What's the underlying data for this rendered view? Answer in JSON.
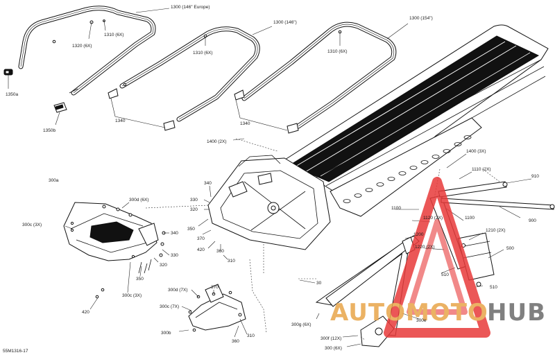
{
  "diagram_code": "55M1316-17",
  "watermark": {
    "part1": "AUTOMOTO",
    "part2": "HUB",
    "color1": "#e8a54a",
    "color2": "#6b6b6b",
    "triangle_color": "#e83a3a"
  },
  "labels": {
    "l_1300_146e": "1300 (146\" Europe)",
    "l_1310_6x_a": "1310 (6X)",
    "l_1320_6x": "1320 (6X)",
    "l_1350a": "1350a",
    "l_1350b": "1350b",
    "l_1300_146": "1300 (146\")",
    "l_1310_6x_b": "1310 (6X)",
    "l_1340_a": "1340",
    "l_1300_154": "1300 (154\")",
    "l_1310_6x_c": "1310 (6X)",
    "l_1340_b": "1340",
    "l_1400_2x": "1400 (2X)",
    "l_1400_3x": "1400 (3X)",
    "l_1110_2x": "1110 (2X)",
    "l_910": "910",
    "l_900": "900",
    "l_1100_a": "1100",
    "l_1120_2x": "1120 (2X)",
    "l_1100_b": "1100",
    "l_1210_2x": "1210 (2X)",
    "l_1200": "1200",
    "l_1220_2x": "1220 (2X)",
    "l_500": "500",
    "l_510_a": "510",
    "l_510_b": "510",
    "l_300a": "300a",
    "l_300d_6x": "300d (6X)",
    "l_300c_3x_a": "300c (3X)",
    "l_340_a": "340",
    "l_330_a": "330",
    "l_320_a": "320",
    "l_350_a": "350",
    "l_300c_3x_b": "300c (3X)",
    "l_420_a": "420",
    "l_340_b": "340",
    "l_330_b": "330",
    "l_320_b": "320",
    "l_350_b": "350",
    "l_370_a": "370",
    "l_420_b": "420",
    "l_360_a": "360",
    "l_310_a": "310",
    "l_30": "30",
    "l_300d_7x": "300d (7X)",
    "l_370_b": "370",
    "l_300c_7x": "300c (7X)",
    "l_300b": "300b",
    "l_360_b": "360",
    "l_310_b": "310",
    "l_300g_6x": "300g (6X)",
    "l_300f_12x": "300f (12X)",
    "l_300_6x": "300 (6X)",
    "l_300e": "300e"
  }
}
